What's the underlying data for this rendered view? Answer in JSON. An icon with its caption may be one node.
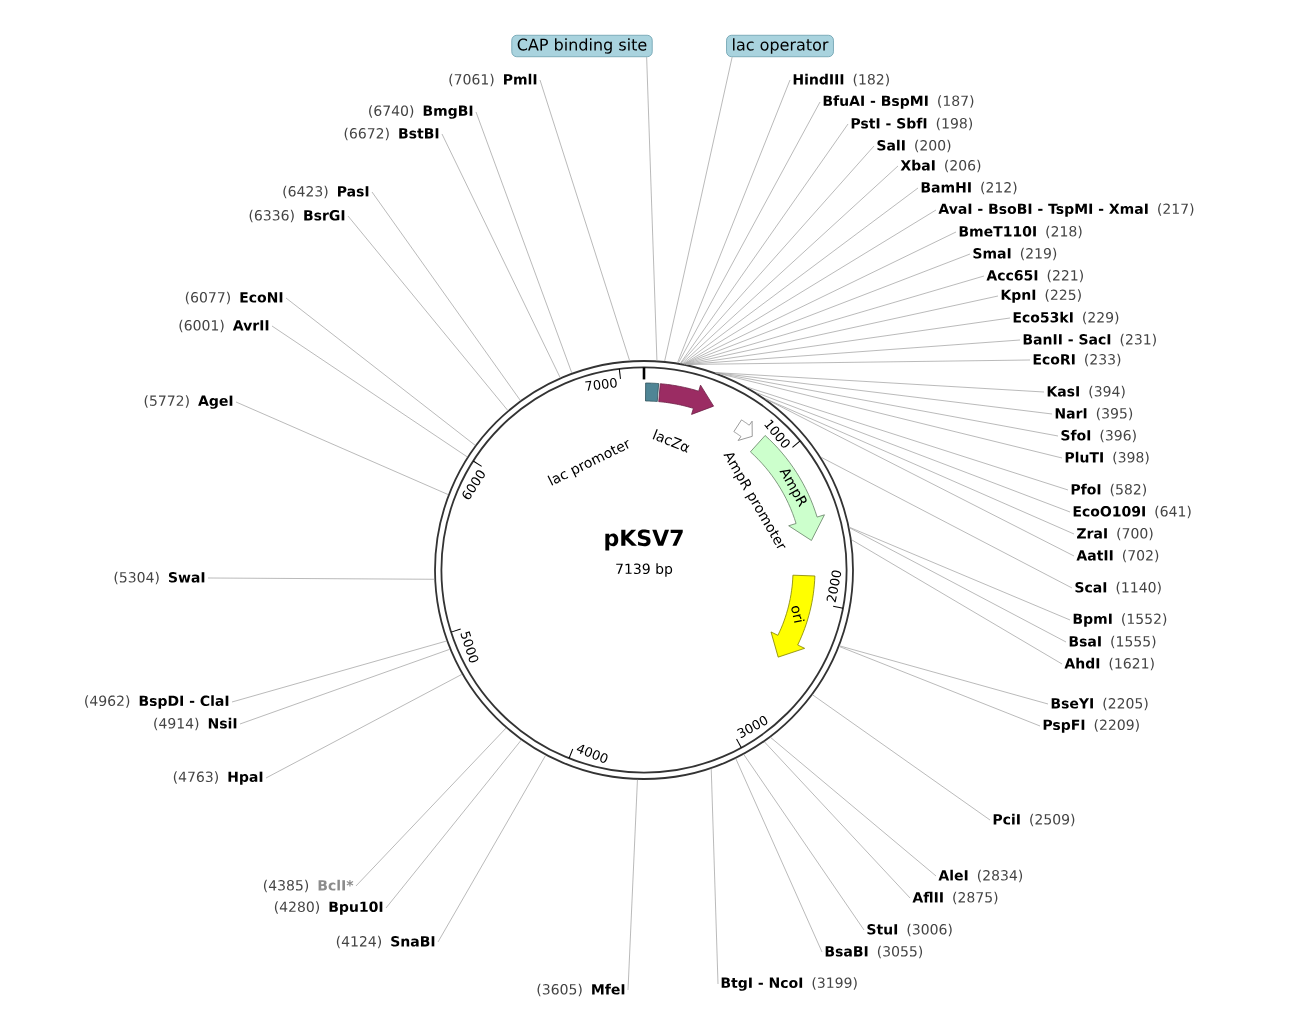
{
  "diagram": {
    "nodes": [
      {
        "text": [
          "CAP binding site"
        ]
      },
      {
        "text": [
          "lac operator"
        ]
      },
      {
        "text": [
          "HindIII",
          "(182)"
        ]
      },
      {
        "text": [
          "BfuAI - BspMI",
          "(187)"
        ]
      },
      {
        "text": [
          "PstI - SbfI",
          "(198)"
        ]
      },
      {
        "text": [
          "SalI",
          "(200)"
        ]
      },
      {
        "text": [
          "XbaI",
          "(206)"
        ]
      },
      {
        "text": [
          "BamHI",
          "(212)"
        ]
      },
      {
        "text": [
          "AvaI - BsoBI - TspMI - XmaI",
          "(217)"
        ]
      },
      {
        "text": [
          "BmeT110I",
          "(218)"
        ]
      },
      {
        "text": [
          "SmaI",
          "(219)"
        ]
      },
      {
        "text": [
          "Acc65I",
          "(221)"
        ]
      },
      {
        "text": [
          "KpnI",
          "(225)"
        ]
      },
      {
        "text": [
          "Eco53kI",
          "(229)"
        ]
      },
      {
        "text": [
          "BanII - SacI",
          "(231)"
        ]
      },
      {
        "text": [
          "EcoRI",
          "(233)"
        ]
      },
      {
        "text": [
          "KasI",
          "(394)"
        ]
      },
      {
        "text": [
          "NarI",
          "(395)"
        ]
      },
      {
        "text": [
          "SfoI",
          "(396)"
        ]
      },
      {
        "text": [
          "PluTI",
          "(398)"
        ]
      },
      {
        "text": [
          "PfoI",
          "(582)"
        ]
      },
      {
        "text": [
          "EcoO109I",
          "(641)"
        ]
      },
      {
        "text": [
          "ZraI",
          "(700)"
        ]
      },
      {
        "text": [
          "AatII",
          "(702)"
        ]
      },
      {
        "text": [
          "ScaI",
          "(1140)"
        ]
      },
      {
        "text": [
          "BpmI",
          "(1552)"
        ]
      },
      {
        "text": [
          "BsaI",
          "(1555)"
        ]
      },
      {
        "text": [
          "AhdI",
          "(1621)"
        ]
      },
      {
        "text": [
          "BseYI",
          "(2205)"
        ]
      },
      {
        "text": [
          "PspFI",
          "(2209)"
        ]
      },
      {
        "text": [
          "PciI",
          "(2509)"
        ]
      },
      {
        "text": [
          "AleI",
          "(2834)"
        ]
      },
      {
        "text": [
          "AflII",
          "(2875)"
        ]
      },
      {
        "text": [
          "StuI",
          "(3006)"
        ]
      },
      {
        "text": [
          "BsaBI",
          "(3055)"
        ]
      },
      {
        "text": [
          "BtgI - NcoI",
          "(3199)"
        ]
      },
      {
        "text": [
          "(3605)",
          "MfeI"
        ]
      },
      {
        "text": [
          "(4124)",
          "SnaBI"
        ]
      },
      {
        "text": [
          "(4280)",
          "Bpu10I"
        ]
      },
      {
        "text": [
          "(4385)",
          "BclI*"
        ]
      },
      {
        "text": [
          "(4763)",
          "HpaI"
        ]
      },
      {
        "text": [
          "(4914)",
          "NsiI"
        ]
      },
      {
        "text": [
          "(4962)",
          "BspDI - ClaI"
        ]
      },
      {
        "text": [
          "(5304)",
          "SwaI"
        ]
      },
      {
        "text": [
          "(5772)",
          "AgeI"
        ]
      },
      {
        "text": [
          "(6001)",
          "AvrII"
        ]
      },
      {
        "text": [
          "(6077)",
          "EcoNI"
        ]
      },
      {
        "text": [
          "(6336)",
          "BsrGI"
        ]
      },
      {
        "text": [
          "(6423)",
          "PasI"
        ]
      },
      {
        "text": [
          "(6672)",
          "BstBI"
        ]
      },
      {
        "text": [
          "(6740)",
          "BmgBI"
        ]
      },
      {
        "text": [
          "(7061)",
          "PmlI"
        ]
      },
      {
        "text": [],
        "shape": "circle"
      },
      {
        "text": [
          "lac promoter"
        ],
        "in": 52
      },
      {
        "text": [
          "lacZα"
        ],
        "in": 52
      },
      {
        "text": [
          "AmpR promoter"
        ],
        "in": 52
      },
      {
        "text": [
          "AmpR"
        ],
        "in": 52
      },
      {
        "text": [
          "ori"
        ],
        "in": 52
      }
    ],
    "edges": [
      {
        "from": 0,
        "to": 52,
        "arrow": "none"
      },
      {
        "from": 1,
        "to": 52,
        "arrow": "none"
      },
      {
        "from": 2,
        "to": 52,
        "arrow": "none"
      },
      {
        "from": 3,
        "to": 52,
        "arrow": "none"
      },
      {
        "from": 4,
        "to": 52,
        "arrow": "none"
      },
      {
        "from": 5,
        "to": 52,
        "arrow": "none"
      },
      {
        "from": 6,
        "to": 52,
        "arrow": "none"
      },
      {
        "from": 7,
        "to": 52,
        "arrow": "none"
      },
      {
        "from": 8,
        "to": 52,
        "arrow": "none"
      },
      {
        "from": 9,
        "to": 52,
        "arrow": "none"
      },
      {
        "from": 10,
        "to": 52,
        "arrow": "none"
      },
      {
        "from": 11,
        "to": 52,
        "arrow": "none"
      },
      {
        "from": 12,
        "to": 52,
        "arrow": "none"
      },
      {
        "from": 13,
        "to": 52,
        "arrow": "none"
      },
      {
        "from": 14,
        "to": 52,
        "arrow": "none"
      },
      {
        "from": 15,
        "to": 52,
        "arrow": "none"
      },
      {
        "from": 16,
        "to": 52,
        "arrow": "none"
      },
      {
        "from": 17,
        "to": 52,
        "arrow": "none"
      },
      {
        "from": 18,
        "to": 52,
        "arrow": "none"
      },
      {
        "from": 19,
        "to": 52,
        "arrow": "none"
      },
      {
        "from": 20,
        "to": 52,
        "arrow": "none"
      },
      {
        "from": 21,
        "to": 52,
        "arrow": "none"
      },
      {
        "from": 22,
        "to": 52,
        "arrow": "none"
      },
      {
        "from": 23,
        "to": 52,
        "arrow": "none"
      },
      {
        "from": 24,
        "to": 52,
        "arrow": "none"
      },
      {
        "from": 25,
        "to": 52,
        "arrow": "none"
      },
      {
        "from": 26,
        "to": 52,
        "arrow": "none"
      },
      {
        "from": 27,
        "to": 52,
        "arrow": "none"
      },
      {
        "from": 28,
        "to": 52,
        "arrow": "none"
      },
      {
        "from": 29,
        "to": 52,
        "arrow": "none"
      },
      {
        "from": 30,
        "to": 52,
        "arrow": "none"
      },
      {
        "from": 31,
        "to": 52,
        "arrow": "none"
      },
      {
        "from": 32,
        "to": 52,
        "arrow": "none"
      },
      {
        "from": 33,
        "to": 52,
        "arrow": "none"
      },
      {
        "from": 34,
        "to": 52,
        "arrow": "none"
      },
      {
        "from": 35,
        "to": 52,
        "arrow": "none"
      },
      {
        "from": 36,
        "to": 52,
        "arrow": "none"
      },
      {
        "from": 37,
        "to": 52,
        "arrow": "none"
      },
      {
        "from": 38,
        "to": 52,
        "arrow": "none"
      },
      {
        "from": 39,
        "to": 52,
        "arrow": "none"
      },
      {
        "from": 40,
        "to": 52,
        "arrow": "none"
      },
      {
        "from": 41,
        "to": 52,
        "arrow": "none"
      },
      {
        "from": 42,
        "to": 52,
        "arrow": "none"
      },
      {
        "from": 43,
        "to": 52,
        "arrow": "none"
      },
      {
        "from": 44,
        "to": 52,
        "arrow": "none"
      },
      {
        "from": 45,
        "to": 52,
        "arrow": "none"
      },
      {
        "from": 46,
        "to": 52,
        "arrow": "none"
      },
      {
        "from": 47,
        "to": 52,
        "arrow": "none"
      },
      {
        "from": 48,
        "to": 52,
        "arrow": "none"
      },
      {
        "from": 49,
        "to": 52,
        "arrow": "none"
      },
      {
        "from": 50,
        "to": 52,
        "arrow": "none"
      },
      {
        "from": 51,
        "to": 52,
        "arrow": "none"
      }
    ],
    "labels": [
      "pKSV7",
      "7139 bp",
      "1000",
      "2000",
      "3000",
      "4000",
      "5000",
      "6000",
      "7000"
    ]
  }
}
